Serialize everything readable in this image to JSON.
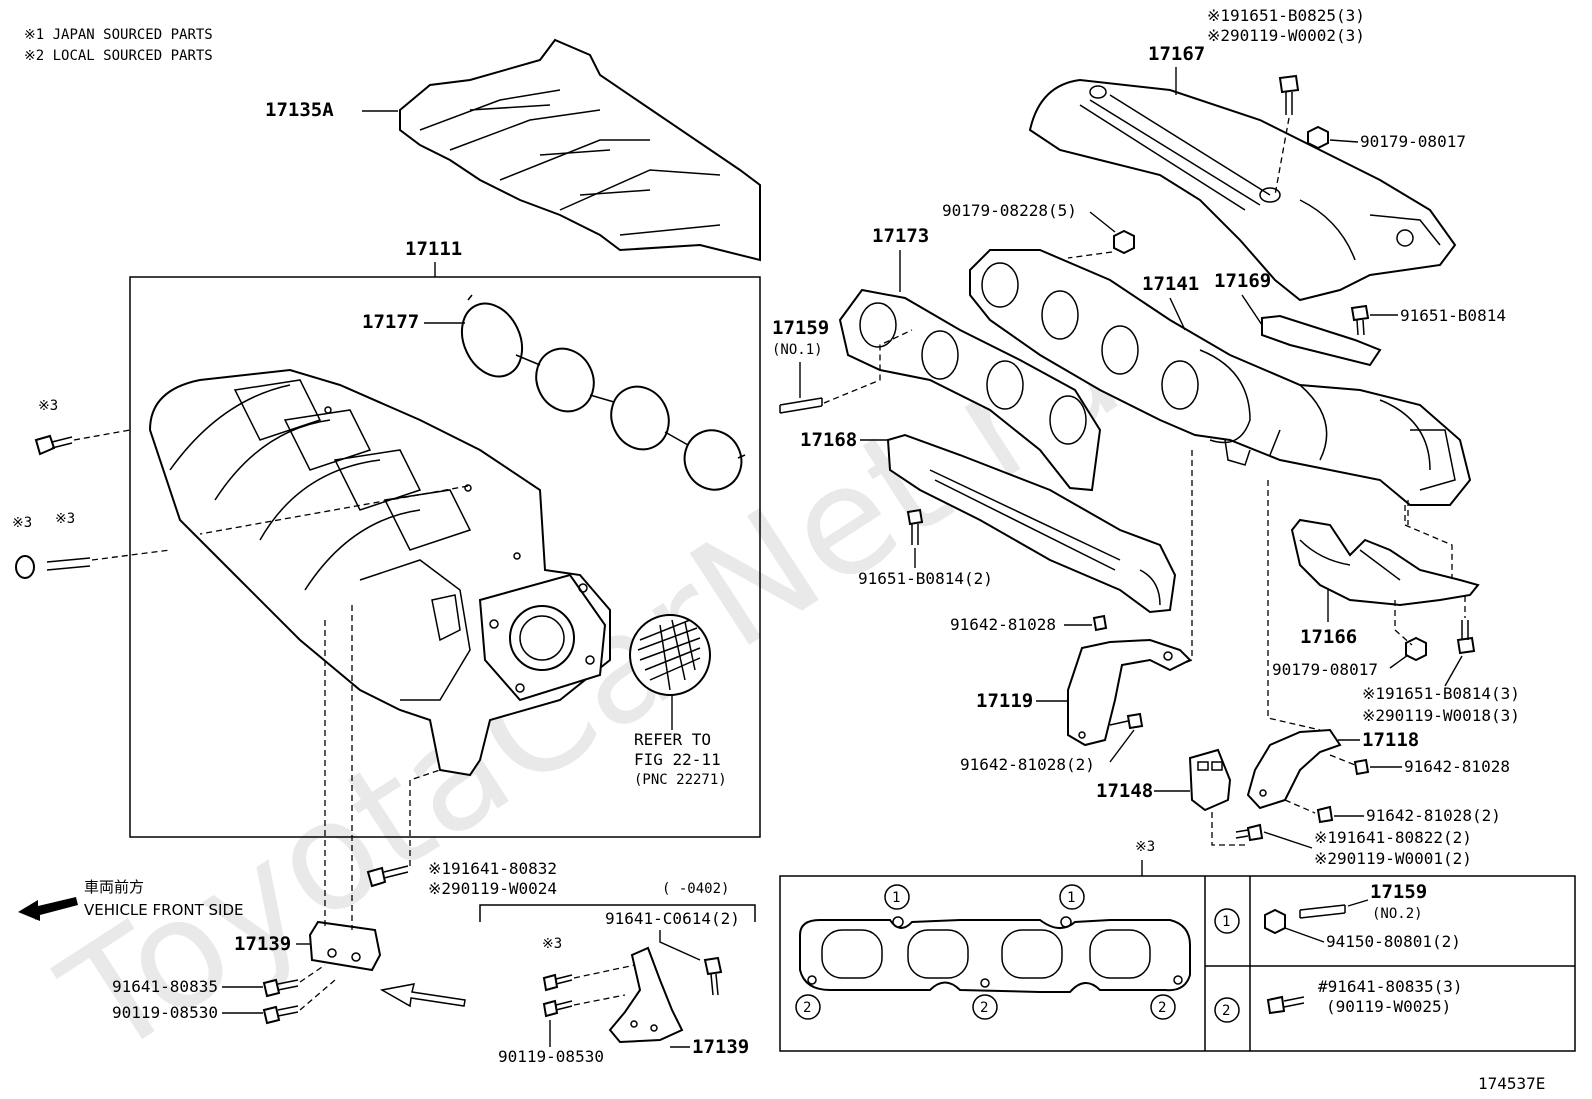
{
  "notes": {
    "n1": "※1 JAPAN SOURCED PARTS",
    "n2": "※2 LOCAL SOURCED PARTS"
  },
  "watermark": "ToyotaCarNet.ru",
  "labels": {
    "p17135A": "17135A",
    "p17111": "17111",
    "p17177": "17177",
    "m3_a": "※3",
    "m3_b": "※3",
    "m3_c": "※3",
    "refer_to": "REFER TO",
    "fig": "FIG 22-11",
    "pnc": "(PNC 22271)",
    "bolt_a1": "※191641-80832",
    "bolt_a2": "※290119-W0024",
    "front_jp": "車両前方",
    "front_en": "VEHICLE FRONT SIDE",
    "p17139_left": "17139",
    "p91641_80835": "91641-80835",
    "p90119_08530_left": "90119-08530",
    "date_range": "(      -0402)",
    "p91641_C0614": "91641-C0614(2)",
    "m3_d": "※3",
    "p90119_08530_bottom": "90119-08530",
    "p17139_bottom": "17139",
    "top_b1": "※191651-B0825(3)",
    "top_b2": "※290119-W0002(3)",
    "p17167": "17167",
    "p90179_08017_top": "90179-08017",
    "p90179_08228": "90179-08228(5)",
    "p17173": "17173",
    "p17141": "17141",
    "p17169": "17169",
    "p91651_B0814": "91651-B0814",
    "p17159": "17159",
    "no1": "(NO.1)",
    "p17168": "17168",
    "p91651_B0814_2": "91651-B0814(2)",
    "p91642_81028_a": "91642-81028",
    "p17119": "17119",
    "p91642_81028_2a": "91642-81028(2)",
    "p17166": "17166",
    "p90179_08017_b": "90179-08017",
    "r_b1": "※191651-B0814(3)",
    "r_b2": "※290119-W0018(3)",
    "p17118": "17118",
    "p91642_81028_b": "91642-81028",
    "p17148": "17148",
    "p91642_81028_2b": "91642-81028(2)",
    "r_c1": "※191641-80822(2)",
    "r_c2": "※290119-W0001(2)",
    "m3_table": "※3",
    "t_17159": "17159",
    "t_no2": "(NO.2)",
    "t_94150": "94150-80801(2)",
    "t_91641": "#91641-80835(3)",
    "t_90119": "(90119-W0025)",
    "circ1": "1",
    "circ2": "2",
    "fig_no": "174537E"
  }
}
